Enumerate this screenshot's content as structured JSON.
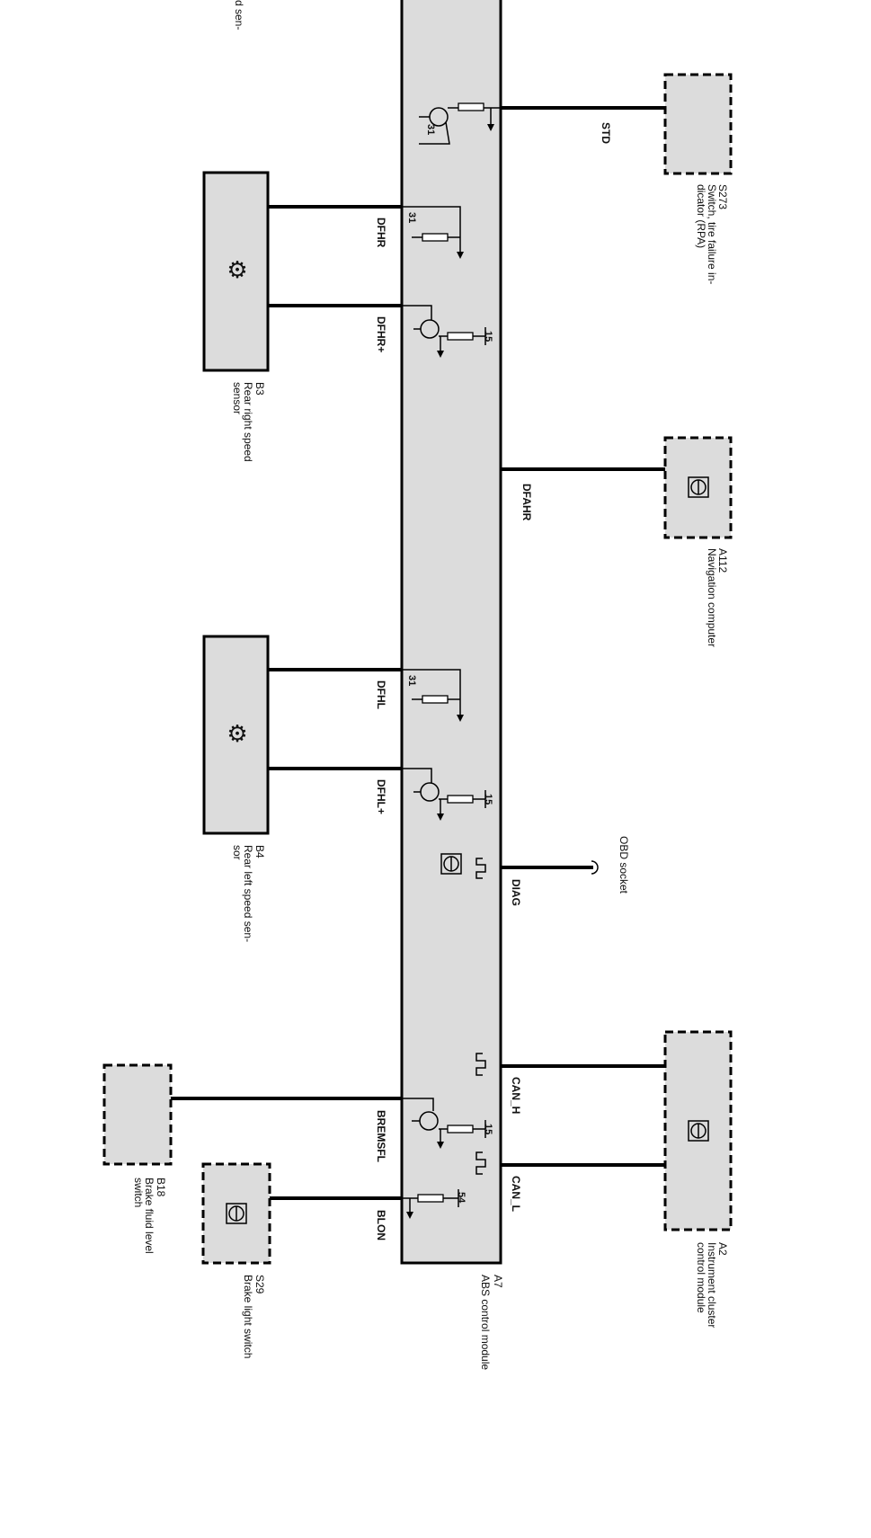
{
  "fragment_top": "d sen-",
  "modules": {
    "a7": {
      "code": "A7",
      "name": "ABS control module"
    },
    "s273": {
      "code": "S273",
      "name_l1": "Switch, tire failure in-",
      "name_l2": "dicator (RPA)"
    },
    "b3": {
      "code": "B3",
      "name_l1": "Rear right speed",
      "name_l2": "sensor"
    },
    "a112": {
      "code": "A112",
      "name": "Navigation computer"
    },
    "b4": {
      "code": "B4",
      "name_l1": "Rear left speed sen-",
      "name_l2": "sor"
    },
    "obd": {
      "name": "OBD socket"
    },
    "a2": {
      "code": "A2",
      "name_l1": "Instrument cluster",
      "name_l2": "control module"
    },
    "b18": {
      "code": "B18",
      "name_l1": "Brake fluid level",
      "name_l2": "switch"
    },
    "s29": {
      "code": "S29",
      "name": "Brake light switch"
    }
  },
  "signals": {
    "std": "STD",
    "dfhr": "DFHR",
    "dfhr_plus": "DFHR+",
    "dfahr": "DFAHR",
    "dfhl": "DFHL",
    "dfhl_plus": "DFHL+",
    "diag": "DIAG",
    "can_h": "CAN_H",
    "can_l": "CAN_L",
    "bremsfl": "BREMSFL",
    "blon": "BLON"
  },
  "terminals": {
    "t31a": "31",
    "t31b": "31",
    "t15a": "15",
    "t31c": "31",
    "t15b": "15",
    "t15c": "15",
    "t54": "54"
  }
}
